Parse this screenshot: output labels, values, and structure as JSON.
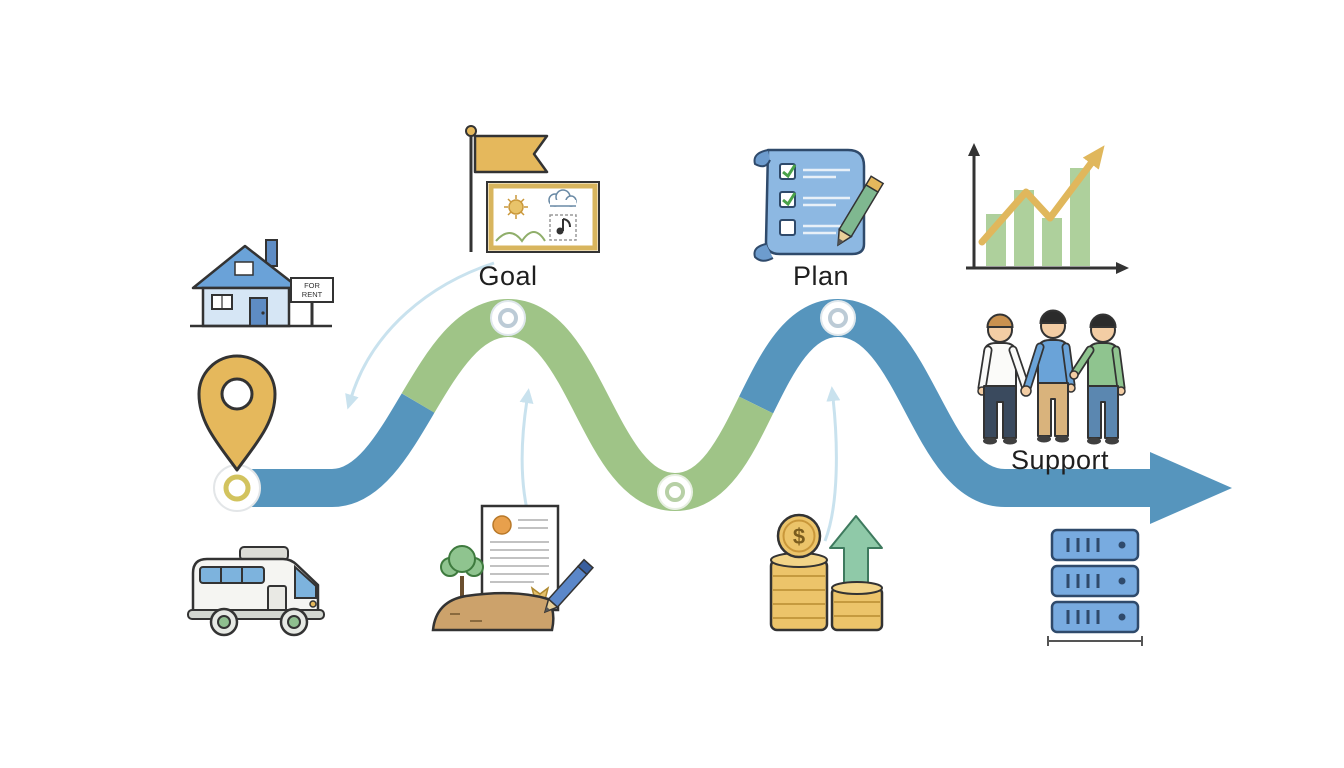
{
  "labels": {
    "goal": "Goal",
    "plan": "Plan",
    "support": "Support"
  },
  "house_sign": {
    "line1": "FOR",
    "line2": "RENT"
  },
  "coins": {
    "symbol": "$"
  },
  "colors": {
    "path_blue": "#5695bd",
    "path_green": "#9fc487",
    "accent_gold": "#e5b85c",
    "light_arrow": "#c9e2ee",
    "outline": "#333333"
  },
  "stages": [
    {
      "id": "start",
      "icon": "location-pin-icon"
    },
    {
      "id": "goal",
      "label": "Goal",
      "icon": "goal-flag-icon"
    },
    {
      "id": "plan",
      "label": "Plan",
      "icon": "plan-checklist-icon"
    },
    {
      "id": "support",
      "label": "Support",
      "icon": "support-people-icon"
    }
  ],
  "icons": [
    "house-for-rent-icon",
    "location-pin-icon",
    "rv-camper-icon",
    "goal-flag-icon",
    "vision-board-icon",
    "plan-checklist-icon",
    "pencil-icon",
    "growth-chart-icon",
    "support-people-icon",
    "contract-icon",
    "tree-icon",
    "coins-icon",
    "up-arrow-icon",
    "server-icon",
    "journey-path",
    "path-arrowhead"
  ]
}
